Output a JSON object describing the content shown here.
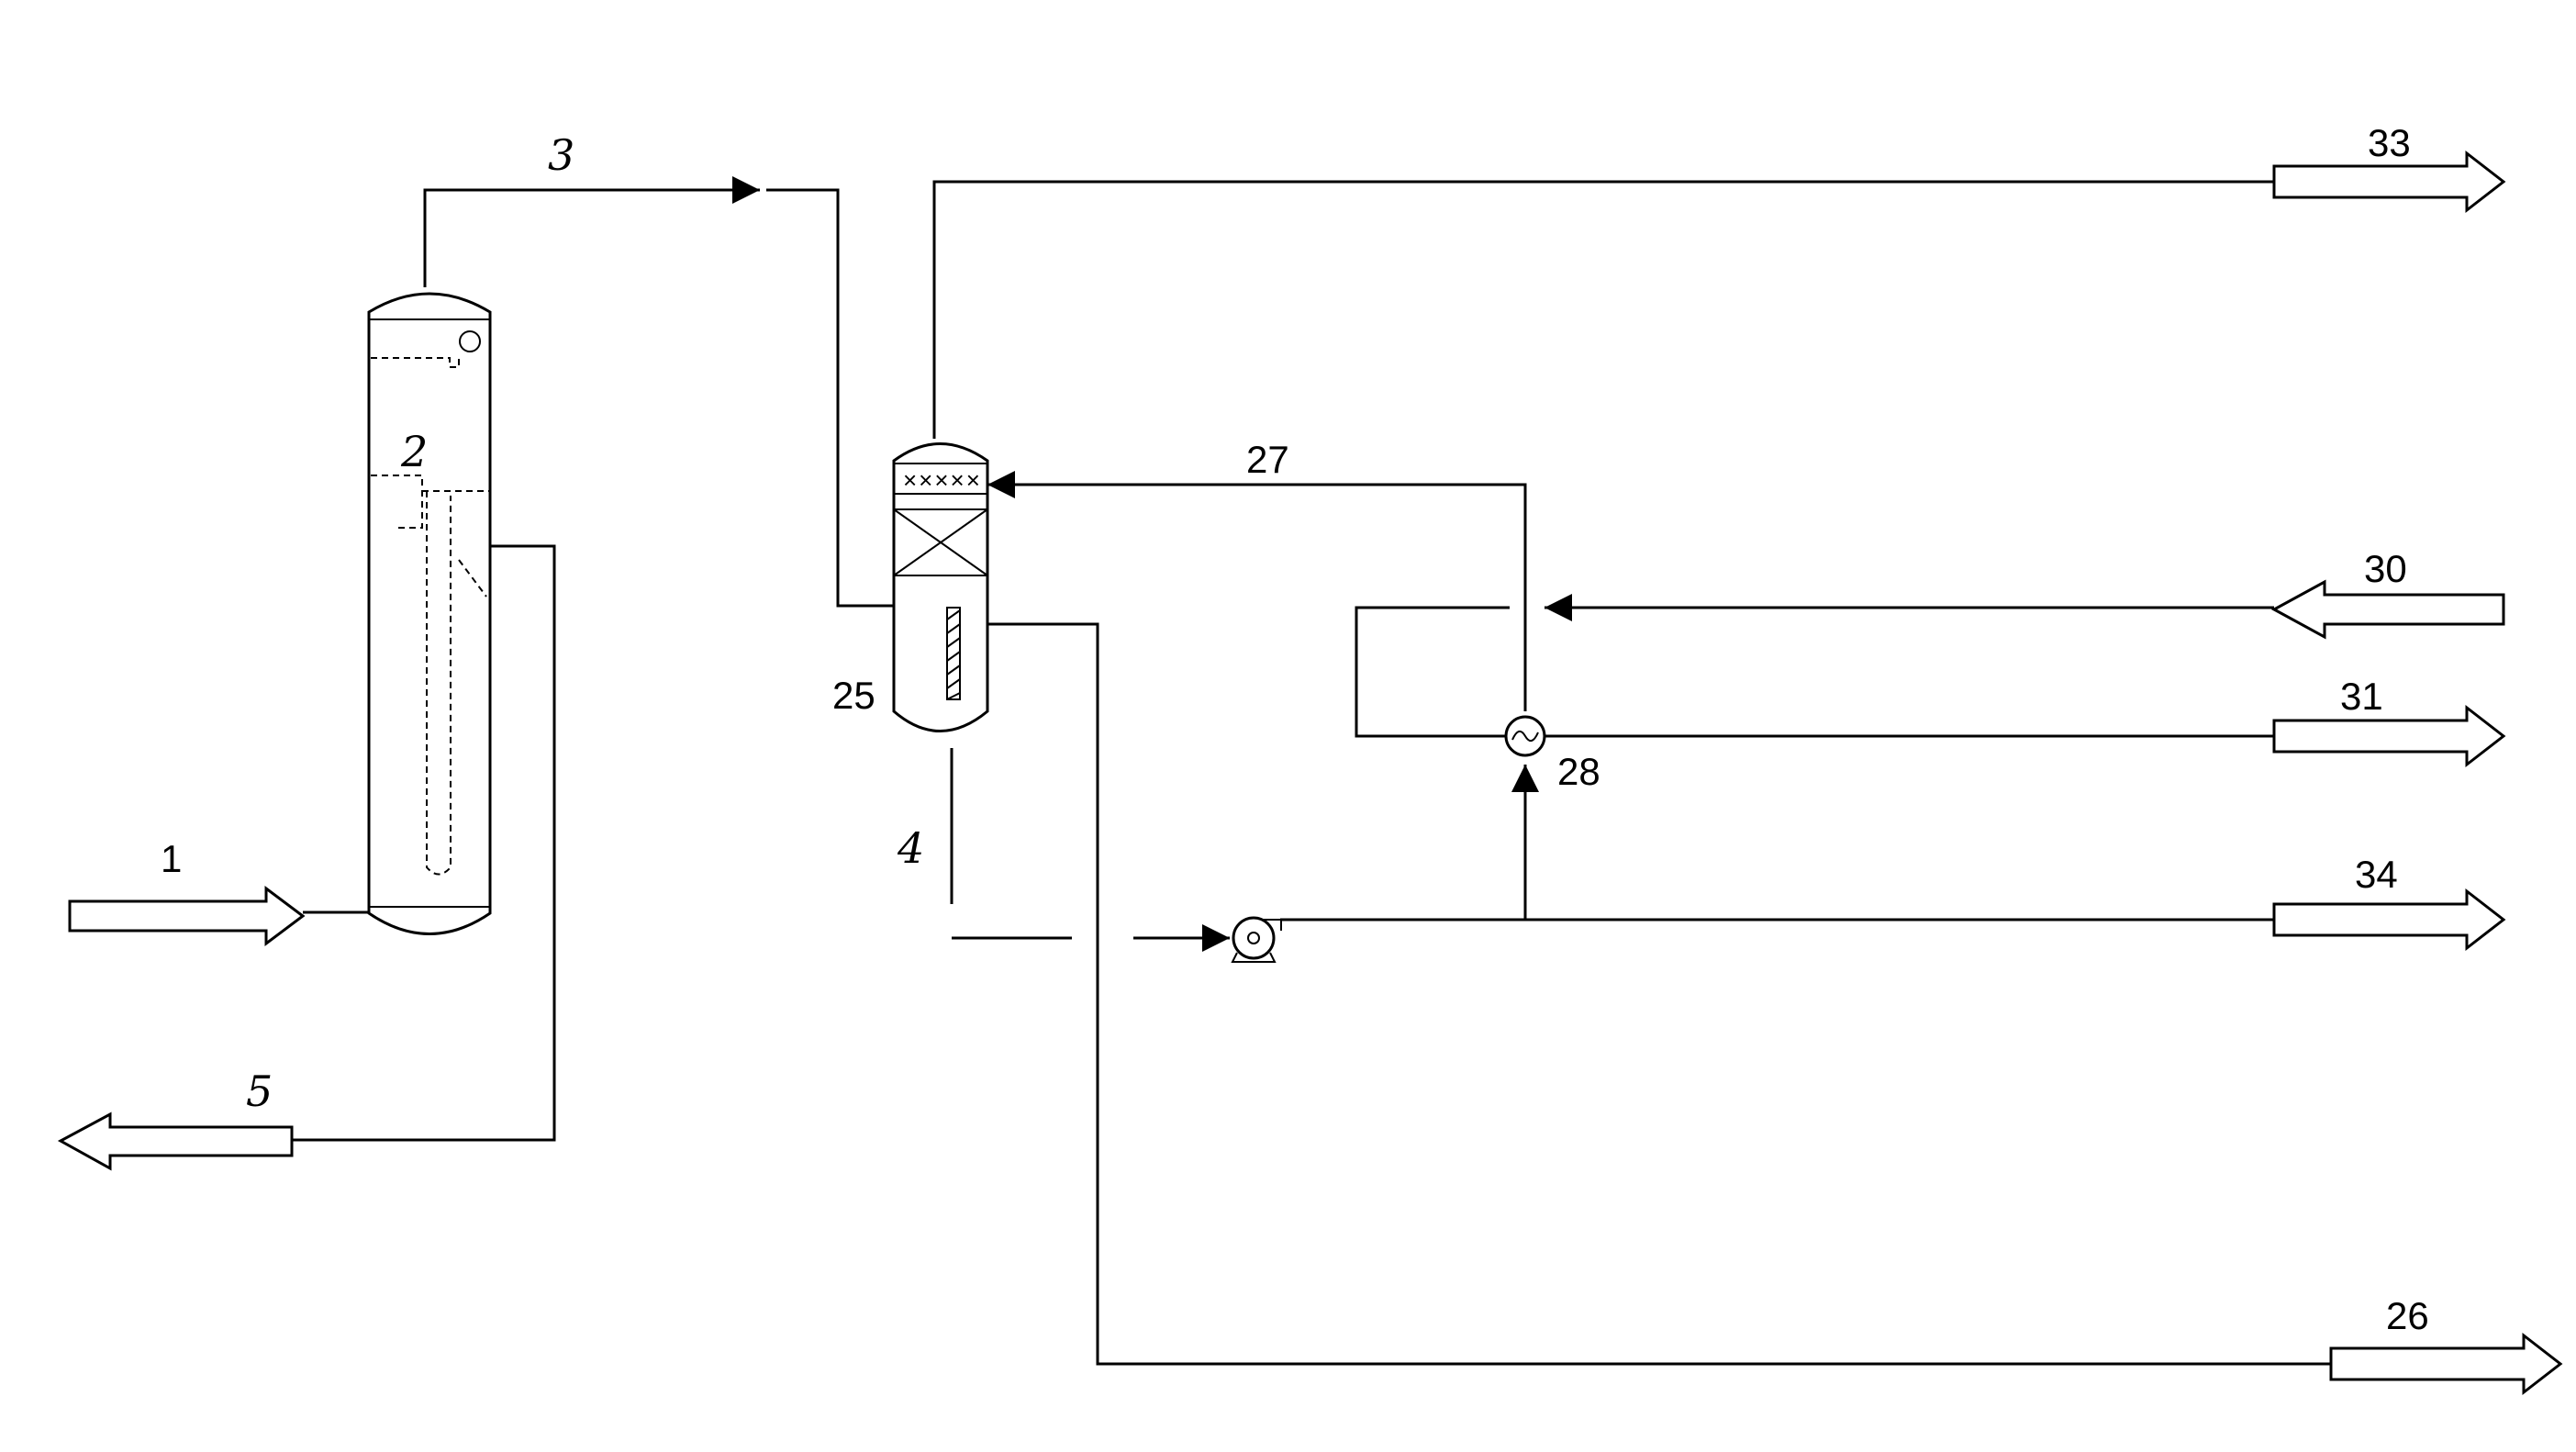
{
  "labels": {
    "s1": "1",
    "s2": "2",
    "s3": "3",
    "s4": "4",
    "s5": "5",
    "s25": "25",
    "s26": "26",
    "s27": "27",
    "s28": "28",
    "s30": "30",
    "s31": "31",
    "s33": "33",
    "s34": "34"
  }
}
